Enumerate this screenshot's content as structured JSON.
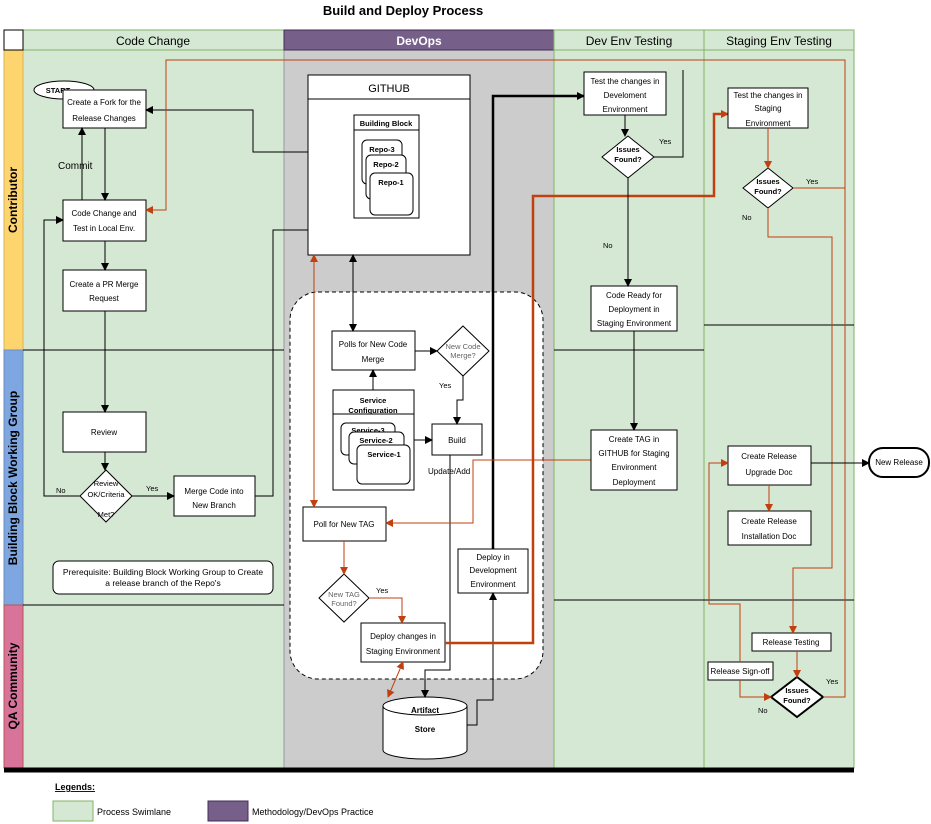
{
  "title": "Build and Deploy Process",
  "columns": {
    "code_change": "Code Change",
    "devops": "DevOps",
    "dev_env": "Dev Env Testing",
    "staging_env": "Staging Env Testing"
  },
  "rows": {
    "contributor": "Contributor",
    "bbwg": "Building Block Working Group",
    "qa": "QA Community"
  },
  "nodes": {
    "start": "START",
    "fork": [
      "Create a Fork for the",
      "Release Changes"
    ],
    "commit": "Commit",
    "code_change": [
      "Code Change and",
      "Test in Local Env."
    ],
    "pr": [
      "Create a PR Merge",
      "Request"
    ],
    "review": "Review",
    "review_ok": [
      "Review",
      "OK/Criteria",
      "Met?"
    ],
    "merge_code": [
      "Merge Code into",
      "New Branch"
    ],
    "prereq": [
      "Prerequisite: Building Block Working Group to Create",
      "a release branch of the Repo's"
    ],
    "github": "GITHUB",
    "building_block": "Building Block",
    "repo3": "Repo-3",
    "repo2": "Repo-2",
    "repo1": "Repo-1",
    "polls": [
      "Polls for New Code",
      "Merge"
    ],
    "new_code_merge": [
      "New Code",
      "Merge?"
    ],
    "service_config": [
      "Service",
      "Configuration"
    ],
    "service3": "Service-3",
    "service2": "Service-2",
    "service1": "Service-1",
    "build": "Build",
    "update_add": "Update/Add",
    "poll_tag": "Poll for New TAG",
    "new_tag": [
      "New TAG",
      "Found?"
    ],
    "deploy_staging": [
      "Deploy changes in",
      "Staging Environment"
    ],
    "deploy_dev": [
      "Deploy in",
      "Development",
      "Environment"
    ],
    "artifact": "Artifact",
    "store": "Store",
    "test_dev": [
      "Test the changes in",
      "Develoment",
      "Environment"
    ],
    "issues_dev": [
      "Issues",
      "Found?"
    ],
    "code_ready": [
      "Code Ready for",
      "Deployment in",
      "Staging Environment"
    ],
    "create_tag": [
      "Create TAG in",
      "GITHUB for  Staging",
      "Environment",
      "Deployment"
    ],
    "test_staging": [
      "Test the changes in",
      "Staging",
      "Environment"
    ],
    "issues_staging": [
      "Issues",
      "Found?"
    ],
    "release_upgrade": [
      "Create Release",
      "Upgrade Doc"
    ],
    "release_install": [
      "Create Release",
      "Installation Doc"
    ],
    "new_release": "New Release",
    "release_testing": "Release Testing",
    "release_signoff": "Release Sign-off",
    "issues_qa": [
      "Issues",
      "Found?"
    ]
  },
  "edge_labels": {
    "yes": "Yes",
    "no": "No"
  },
  "legend": {
    "title": "Legends:",
    "process": "Process Swimlane",
    "methodology": "Methodology/DevOps Practice"
  },
  "colors": {
    "swimlane_green": "#d5e8d4",
    "devops_purple": "#76608a",
    "devops_gray": "#cccccc",
    "contributor_yellow": "#fdd46e",
    "bbwg_blue": "#7ea6e0",
    "qa_pink": "#d87399",
    "flow_red": "#c0410f"
  }
}
